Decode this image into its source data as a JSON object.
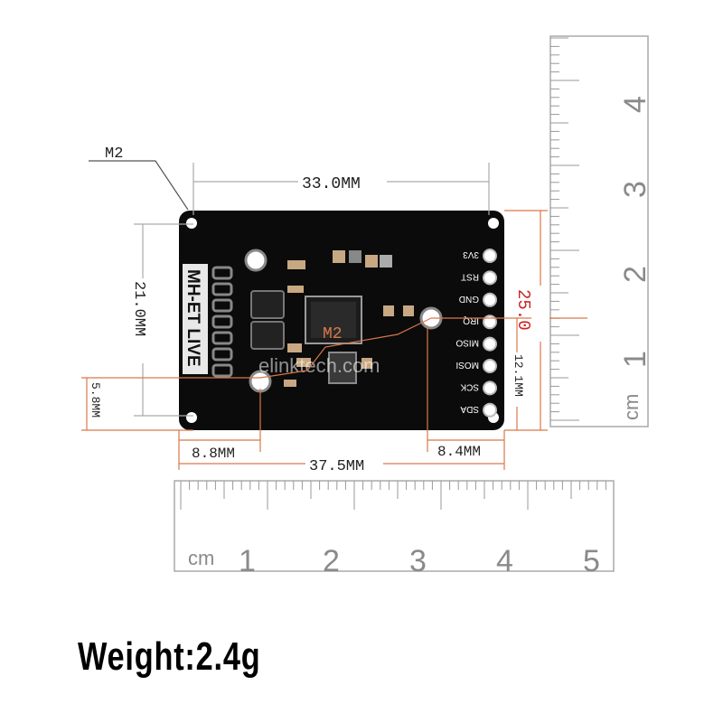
{
  "labels": {
    "m2_callout": "M2",
    "width_hole_spacing": "33.0MM",
    "height_hole_spacing": "21.0MM",
    "hole_offset_y": "5.8MM",
    "hole_offset_x_left": "8.8MM",
    "board_width": "37.5MM",
    "hole_offset_x_right": "8.4MM",
    "board_height": "25.0",
    "hole_offset_y_right": "12.1MM",
    "board_brand": "MH-ET LIVE",
    "chip_marker": "M2",
    "watermark": "elinktech.com",
    "weight": "Weight:2.4g"
  },
  "pins": [
    "3V3",
    "RST",
    "GND",
    "IRQ",
    "MISO",
    "MOSI",
    "SCK",
    "SDA"
  ],
  "ruler_bottom": {
    "unit": "cm",
    "ticks": [
      "1",
      "2",
      "3",
      "4",
      "5"
    ]
  },
  "ruler_right": {
    "unit": "cm",
    "ticks": [
      "1",
      "2",
      "3",
      "4"
    ]
  },
  "colors": {
    "board": "#0b0b0b",
    "dimension_red": "#cc2222",
    "dimension_orange": "#d9774a",
    "ruler_line": "#999999"
  }
}
